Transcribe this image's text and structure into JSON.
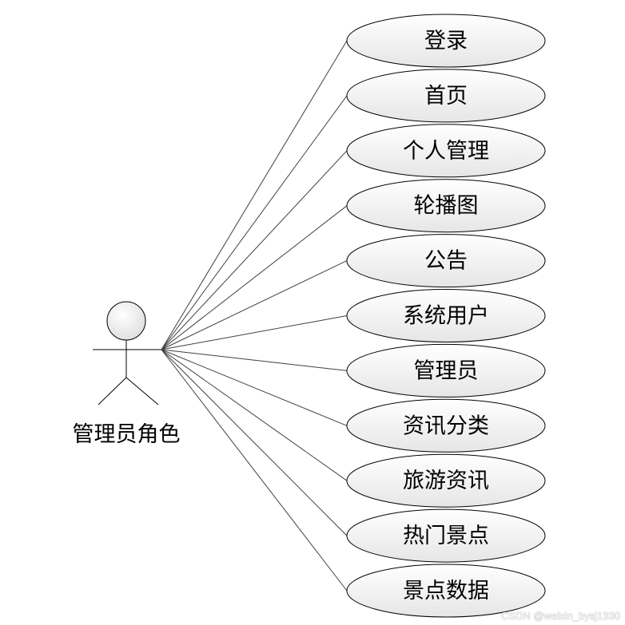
{
  "actor": {
    "label": "管理员角色"
  },
  "use_cases": [
    "登录",
    "首页",
    "个人管理",
    "轮播图",
    "公告",
    "系统用户",
    "管理员",
    "资讯分类",
    "旅游资讯",
    "热门景点",
    "景点数据"
  ],
  "watermark": "CSDN @weixin_bysj1330",
  "colors": {
    "ellipse_fill_light": "#ffffff",
    "ellipse_fill_dark": "#e6e6e6",
    "stroke": "#000000",
    "line": "#404040"
  }
}
